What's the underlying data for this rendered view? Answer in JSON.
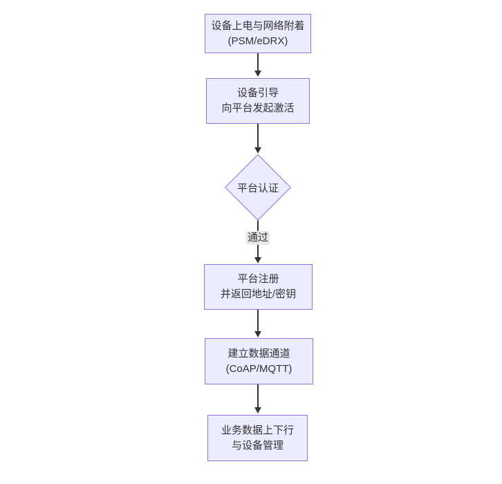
{
  "diagram": {
    "type": "flowchart",
    "direction": "top-down",
    "nodes": [
      {
        "id": "power-on",
        "shape": "rect",
        "lines": [
          "设备上电与网络附着",
          "(PSM/eDRX)"
        ]
      },
      {
        "id": "bootstrap",
        "shape": "rect",
        "lines": [
          "设备引导",
          "向平台发起激活"
        ]
      },
      {
        "id": "platform-auth",
        "shape": "diamond",
        "lines": [
          "平台认证"
        ]
      },
      {
        "id": "register",
        "shape": "rect",
        "lines": [
          "平台注册",
          "并返回地址/密钥"
        ]
      },
      {
        "id": "data-channel",
        "shape": "rect",
        "lines": [
          "建立数据通道",
          "(CoAP/MQTT)"
        ]
      },
      {
        "id": "business-data",
        "shape": "rect",
        "lines": [
          "业务数据上下行",
          "与设备管理"
        ]
      }
    ],
    "edges": [
      {
        "from": "power-on",
        "to": "bootstrap",
        "label": ""
      },
      {
        "from": "bootstrap",
        "to": "platform-auth",
        "label": ""
      },
      {
        "from": "platform-auth",
        "to": "register",
        "label": "通过"
      },
      {
        "from": "register",
        "to": "data-channel",
        "label": ""
      },
      {
        "from": "data-channel",
        "to": "business-data",
        "label": ""
      }
    ],
    "colors": {
      "node_fill": "#ECECFF",
      "node_border": "#9370DB",
      "text": "#333333",
      "arrow": "#333333",
      "edge_label_bg": "#e8e8e8",
      "background": "#ffffff"
    }
  }
}
